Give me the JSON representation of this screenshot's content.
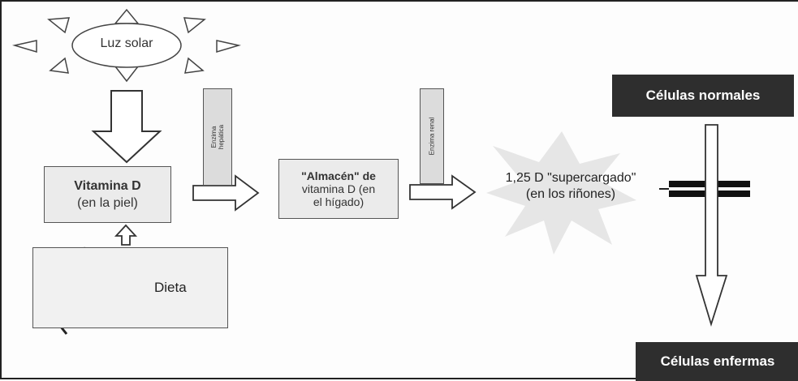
{
  "sun": {
    "label": "Luz solar",
    "icon": "sun-icon"
  },
  "skin_box": {
    "line1": "Vitamina D",
    "line2": "(en la piel)"
  },
  "diet_box": {
    "label": "Dieta",
    "icon": "food-basket-icon"
  },
  "liver_enzyme": {
    "line1": "Enzima",
    "line2": "hepática"
  },
  "liver_box": {
    "line1": "\"Almacén\" de",
    "line2": "vitamina D (en",
    "line3": "el hígado)"
  },
  "kidney_enzyme": {
    "label": "Enzima renal"
  },
  "kidney_node": {
    "line1": "1,25 D \"supercargado\"",
    "line2": "(en los riñones)"
  },
  "normal_cells": {
    "label": "Células normales"
  },
  "diseased_cells": {
    "label": "Células enfermas"
  },
  "colors": {
    "dark_box": "#2e2e2e",
    "light_box": "#ebebeb",
    "outline": "#333333"
  }
}
